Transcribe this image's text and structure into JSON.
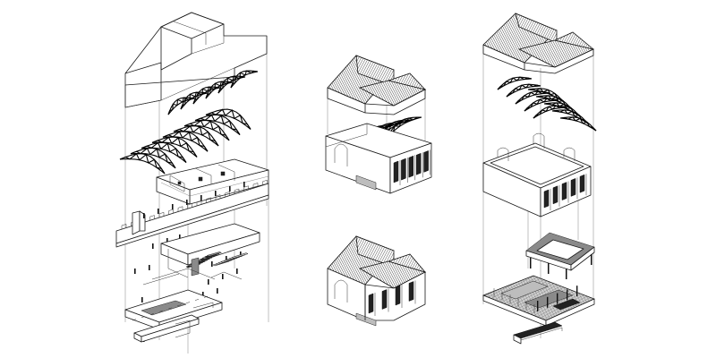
{
  "figure": {
    "type": "exploded axonometric architectural drawing",
    "style": "black line drawing on white background",
    "groups": [
      {
        "id": "left",
        "layers": [
          "roof-shell",
          "roof-trusses",
          "upper-floor-walls",
          "lower-floor-walls-with-stair",
          "foundation-plinth"
        ]
      },
      {
        "id": "center-top",
        "layers": [
          "roof",
          "roof-trusses",
          "walls"
        ]
      },
      {
        "id": "center-bottom",
        "layers": [
          "assembled-building"
        ]
      },
      {
        "id": "right",
        "layers": [
          "roof",
          "roof-trusses",
          "walls",
          "mezzanine-platform",
          "ground-floor-plan"
        ]
      }
    ],
    "colors": {
      "line": "#1a1a1a",
      "fill": "#ffffff",
      "accent_grey": "#8a8a8a"
    }
  }
}
